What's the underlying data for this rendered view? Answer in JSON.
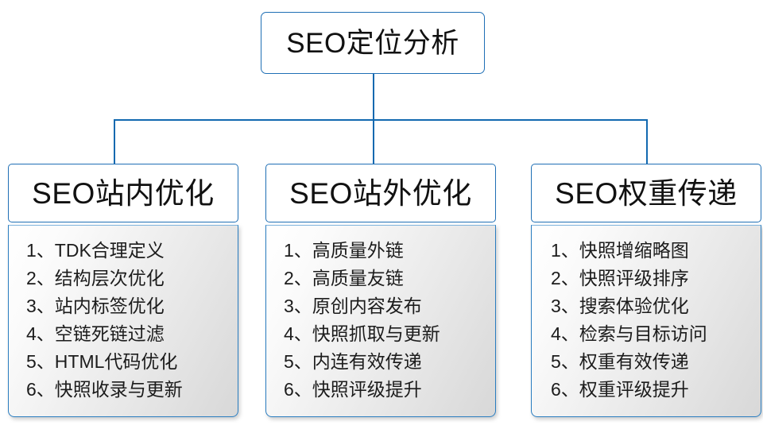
{
  "diagram": {
    "title": "SEO定位分析",
    "root": {
      "label": "SEO定位分析"
    },
    "branches": [
      {
        "header": "SEO站内优化",
        "items": [
          "1、TDK合理定义",
          "2、结构层次优化",
          "3、站内标签优化",
          "4、空链死链过滤",
          "5、HTML代码优化",
          "6、快照收录与更新"
        ]
      },
      {
        "header": "SEO站外优化",
        "items": [
          "1、高质量外链",
          "2、高质量友链",
          "3、原创内容发布",
          "4、快照抓取与更新",
          "5、内连有效传递",
          "6、快照评级提升"
        ]
      },
      {
        "header": "SEO权重传递",
        "items": [
          "1、快照增缩略图",
          "2、快照评级排序",
          "3、搜索体验优化",
          "4、检索与目标访问",
          "5、权重有效传递",
          "6、权重评级提升"
        ]
      }
    ],
    "colors": {
      "border_blue": "#1f6fb5",
      "connector_blue": "#1269b0",
      "panel_gradient_start": "#ffffff",
      "panel_gradient_end": "#d8d8d8",
      "text": "#111111",
      "background": "#ffffff"
    }
  }
}
